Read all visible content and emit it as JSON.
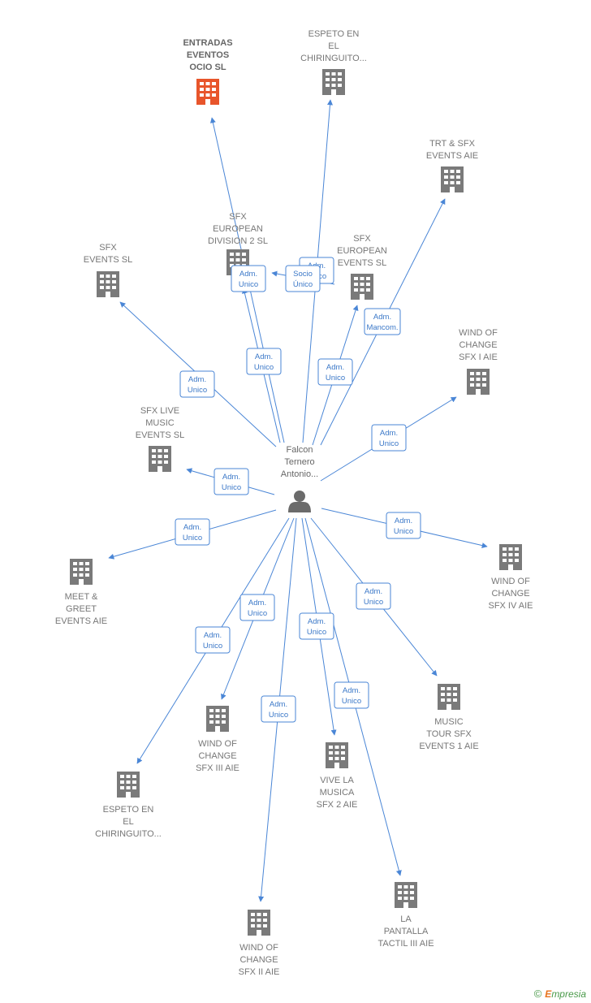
{
  "colors": {
    "edge": "#4a86d6",
    "building": "#7a7a7a",
    "building_highlight": "#e8552b",
    "person": "#6b6b6b"
  },
  "center": {
    "label": [
      "Falcon",
      "Ternero",
      "Antonio..."
    ]
  },
  "nodes": [
    {
      "id": "entradas",
      "label": [
        "ENTRADAS",
        "EVENTOS",
        "OCIO  SL"
      ],
      "highlight": true
    },
    {
      "id": "espeto_top",
      "label": [
        "ESPETO EN",
        "EL",
        "CHIRINGUITO..."
      ]
    },
    {
      "id": "trt",
      "label": [
        "TRT & SFX",
        "EVENTS AIE"
      ]
    },
    {
      "id": "sfx_div2",
      "label": [
        "SFX",
        "EUROPEAN",
        "DIVISION 2  SL"
      ]
    },
    {
      "id": "sfx_euro",
      "label": [
        "SFX",
        "EUROPEAN",
        "EVENTS  SL"
      ]
    },
    {
      "id": "sfx_events",
      "label": [
        "SFX",
        "EVENTS  SL"
      ]
    },
    {
      "id": "wind1",
      "label": [
        "WIND OF",
        "CHANGE",
        "SFX I AIE"
      ]
    },
    {
      "id": "sfx_live",
      "label": [
        "SFX LIVE",
        "MUSIC",
        "EVENTS  SL"
      ]
    },
    {
      "id": "meet",
      "label": [
        "MEET &",
        "GREET",
        "EVENTS AIE"
      ]
    },
    {
      "id": "wind4",
      "label": [
        "WIND OF",
        "CHANGE",
        "SFX IV AIE"
      ]
    },
    {
      "id": "music_tour",
      "label": [
        "MUSIC",
        "TOUR SFX",
        "EVENTS 1  AIE"
      ]
    },
    {
      "id": "wind3",
      "label": [
        "WIND OF",
        "CHANGE",
        "SFX III AIE"
      ]
    },
    {
      "id": "vive",
      "label": [
        "VIVE LA",
        "MUSICA",
        "SFX 2  AIE"
      ]
    },
    {
      "id": "espeto_bottom",
      "label": [
        "ESPETO EN",
        "EL",
        "CHIRINGUITO..."
      ]
    },
    {
      "id": "pantalla",
      "label": [
        "LA",
        "PANTALLA",
        "TACTIL III  AIE"
      ]
    },
    {
      "id": "wind2",
      "label": [
        "WIND OF",
        "CHANGE",
        "SFX II AIE"
      ]
    }
  ],
  "badges": [
    {
      "id": "b_entradas",
      "lines": [
        "Adm.",
        "Unico"
      ]
    },
    {
      "id": "b_div2",
      "lines": [
        "Adm.",
        "Unico"
      ]
    },
    {
      "id": "b_espeto_top",
      "lines": [
        "Adm.",
        "Unico"
      ]
    },
    {
      "id": "b_socio",
      "lines": [
        "Socio",
        "Único"
      ]
    },
    {
      "id": "b_trt",
      "lines": [
        "Adm.",
        "Mancom."
      ]
    },
    {
      "id": "b_euro",
      "lines": [
        "Adm.",
        "Unico"
      ]
    },
    {
      "id": "b_sfx_events",
      "lines": [
        "Adm.",
        "Unico"
      ]
    },
    {
      "id": "b_wind1",
      "lines": [
        "Adm.",
        "Unico"
      ]
    },
    {
      "id": "b_live",
      "lines": [
        "Adm.",
        "Unico"
      ]
    },
    {
      "id": "b_meet",
      "lines": [
        "Adm.",
        "Unico"
      ]
    },
    {
      "id": "b_wind4",
      "lines": [
        "Adm.",
        "Unico"
      ]
    },
    {
      "id": "b_music_tour",
      "lines": [
        "Adm.",
        "Unico"
      ]
    },
    {
      "id": "b_wind3",
      "lines": [
        "Adm.",
        "Unico"
      ]
    },
    {
      "id": "b_vive",
      "lines": [
        "Adm.",
        "Unico"
      ]
    },
    {
      "id": "b_espeto_bottom",
      "lines": [
        "Adm.",
        "Unico"
      ]
    },
    {
      "id": "b_pantalla",
      "lines": [
        "Adm.",
        "Unico"
      ]
    },
    {
      "id": "b_wind2",
      "lines": [
        "Adm.",
        "Unico"
      ]
    }
  ],
  "watermark": {
    "symbol": "©",
    "brand_initial": "E",
    "brand_rest": "mpresia"
  }
}
